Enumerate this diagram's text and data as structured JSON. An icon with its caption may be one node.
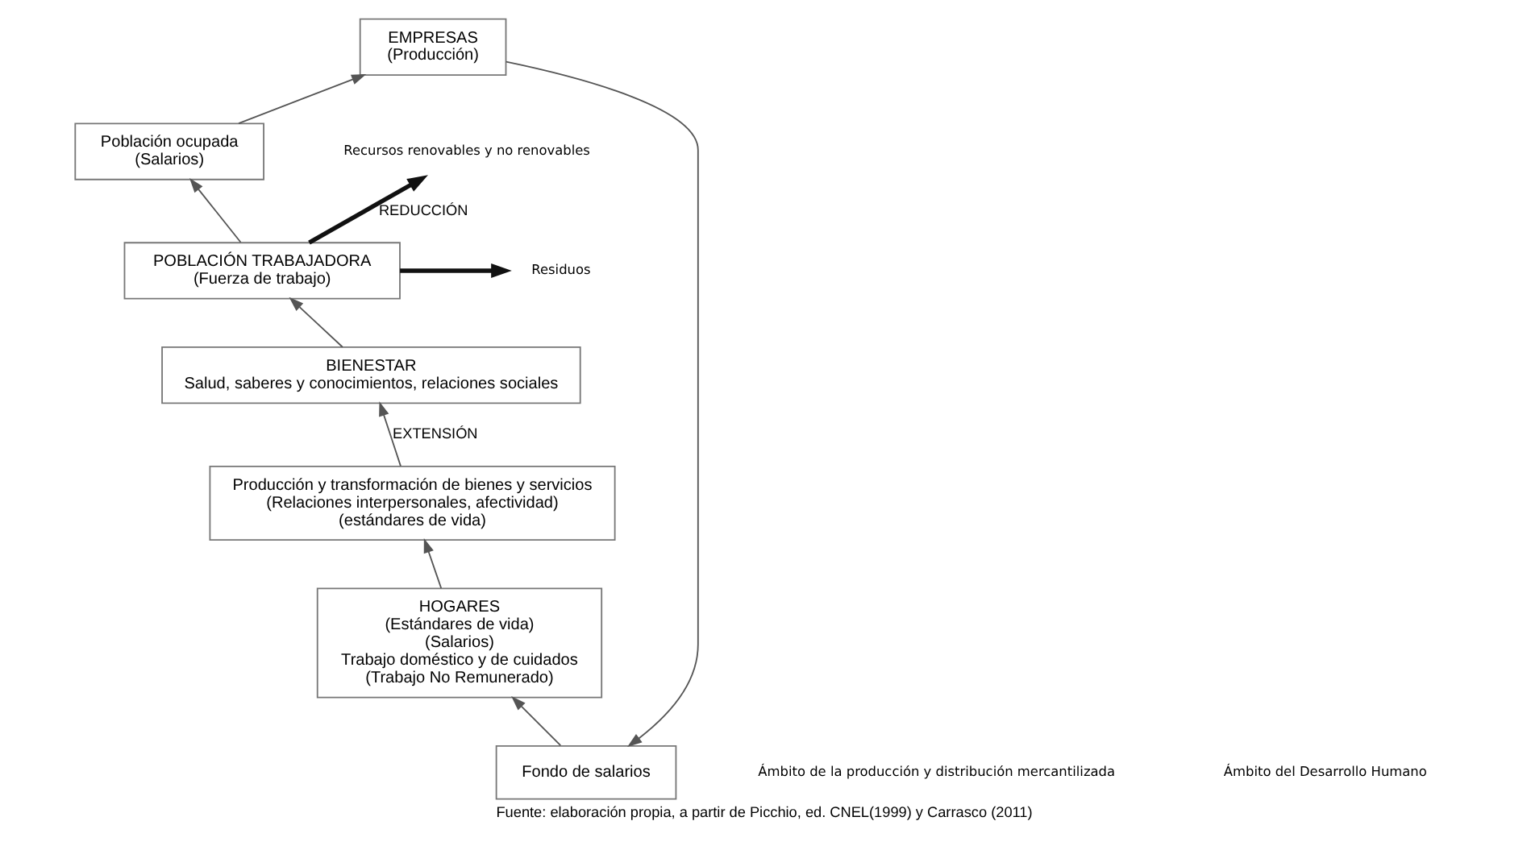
{
  "diagram": {
    "caption": "Fuente: elaboración propia, a partir de Picchio, ed. CNEL(1999) y Carrasco (2011)",
    "nodes": [
      {
        "text": [
          "Fondo de salarios"
        ]
      },
      {
        "text": [
          "EMPRESAS",
          "(Producción)"
        ]
      },
      {
        "text": [
          "Población ocupada",
          "(Salarios)"
        ]
      },
      {
        "text": [
          "HOGARES",
          "(Estándares de vida)",
          "(Salarios)",
          "Trabajo doméstico y de cuidados",
          "(Trabajo No Remunerado)"
        ]
      },
      {
        "text": [
          "POBLACIÓN TRABAJADORA",
          "(Fuerza de trabajo)"
        ]
      },
      {
        "text": [
          "BIENESTAR",
          "Salud, saberes y conocimientos, relaciones sociales"
        ]
      },
      {
        "text": [
          "Producción y transformación de bienes y servicios",
          "(Relaciones interpersonales, afectividad)",
          "(estándares de vida)"
        ]
      },
      {
        "text": [
          "Recursos renovables y no renovables"
        ]
      },
      {
        "text": [
          "Residuos"
        ]
      }
    ],
    "edges": [
      {
        "from": 1,
        "to": 0,
        "arrow": "to"
      },
      {
        "from": 0,
        "to": 3,
        "arrow": "to"
      },
      {
        "from": 2,
        "to": 1,
        "arrow": "to"
      },
      {
        "from": 4,
        "to": 2,
        "arrow": "to"
      },
      {
        "from": 5,
        "to": 4,
        "arrow": "to"
      },
      {
        "from": 3,
        "to": 6,
        "arrow": "to"
      },
      {
        "from": 6,
        "to": 5,
        "arrow": "to",
        "label": "EXTENSIÓN"
      },
      {
        "from": 4,
        "to": 7,
        "arrow": "to",
        "label": "REDUCCIÓN",
        "style": "thick"
      },
      {
        "from": 4,
        "to": 8,
        "arrow": "to",
        "style": "thick"
      }
    ],
    "labels": [
      "Ámbito de la producción y distribución mercantilizada",
      "Ámbito del Desarrollo Humano"
    ]
  }
}
